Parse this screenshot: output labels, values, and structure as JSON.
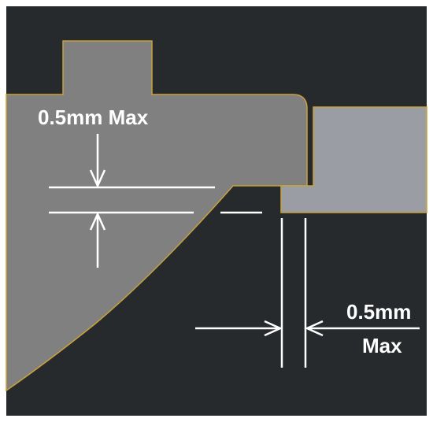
{
  "colors": {
    "background": "#262a2c",
    "frame": "#ffffff",
    "left_part_fill": "#808080",
    "right_part_fill": "#9a9da3",
    "outline": "#c8a13a",
    "dimension": "#ffffff"
  },
  "annotations": {
    "vertical_gap_label": "0.5mm Max",
    "horizontal_gap_value": "0.5mm",
    "horizontal_gap_unit": "Max"
  }
}
